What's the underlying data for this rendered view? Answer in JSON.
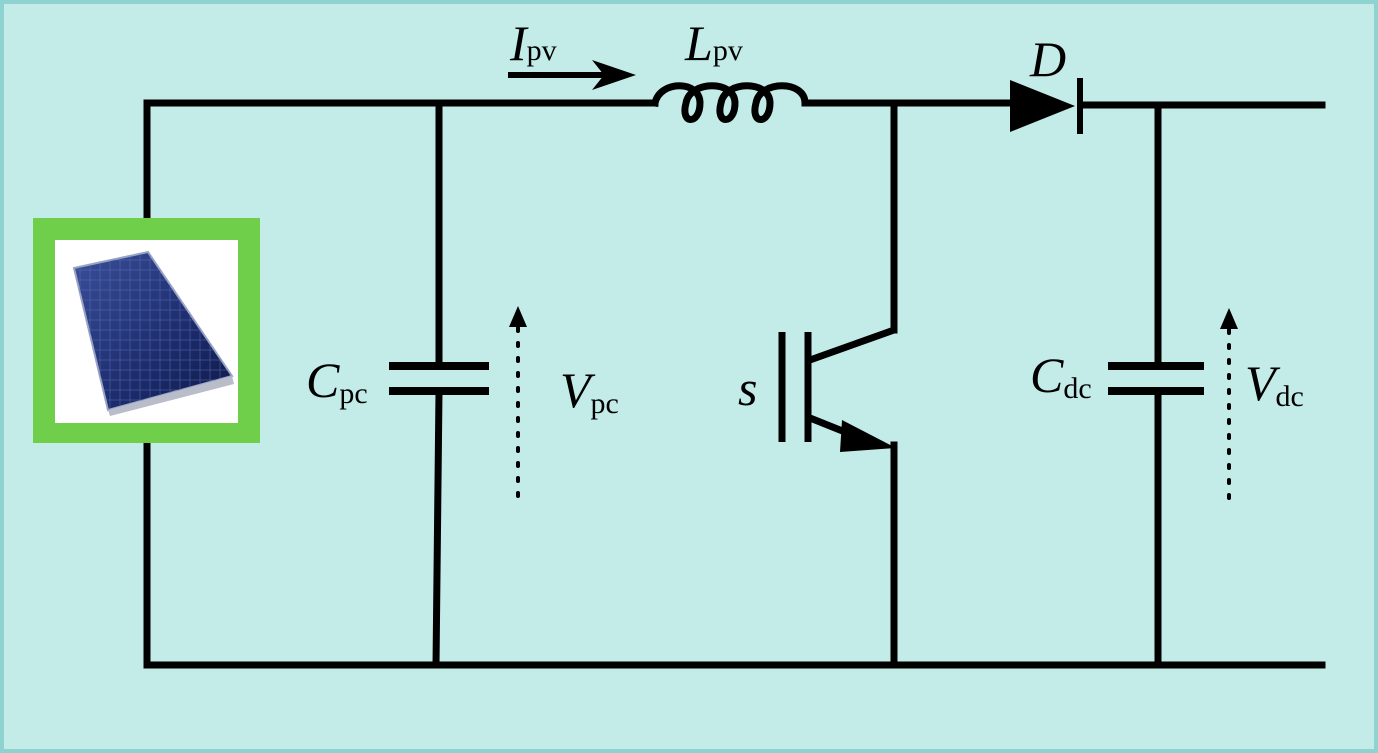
{
  "labels": {
    "current": {
      "main": "I",
      "sub": "pv"
    },
    "inductor": {
      "main": "L",
      "sub": "pv"
    },
    "diode": {
      "main": "D"
    },
    "cap_pv": {
      "main": "C",
      "sub": "pc"
    },
    "volt_pv": {
      "main": "V",
      "sub": "pc"
    },
    "switch": {
      "main": "s"
    },
    "cap_dc": {
      "main": "C",
      "sub": "dc"
    },
    "volt_dc": {
      "main": "V",
      "sub": "dc"
    }
  },
  "colors": {
    "background": "#c3ebe8",
    "border": "#8fd3d1",
    "panel_frame": "#6fcf4b",
    "panel_cells": "#1c2c6c",
    "wire": "#000000"
  }
}
